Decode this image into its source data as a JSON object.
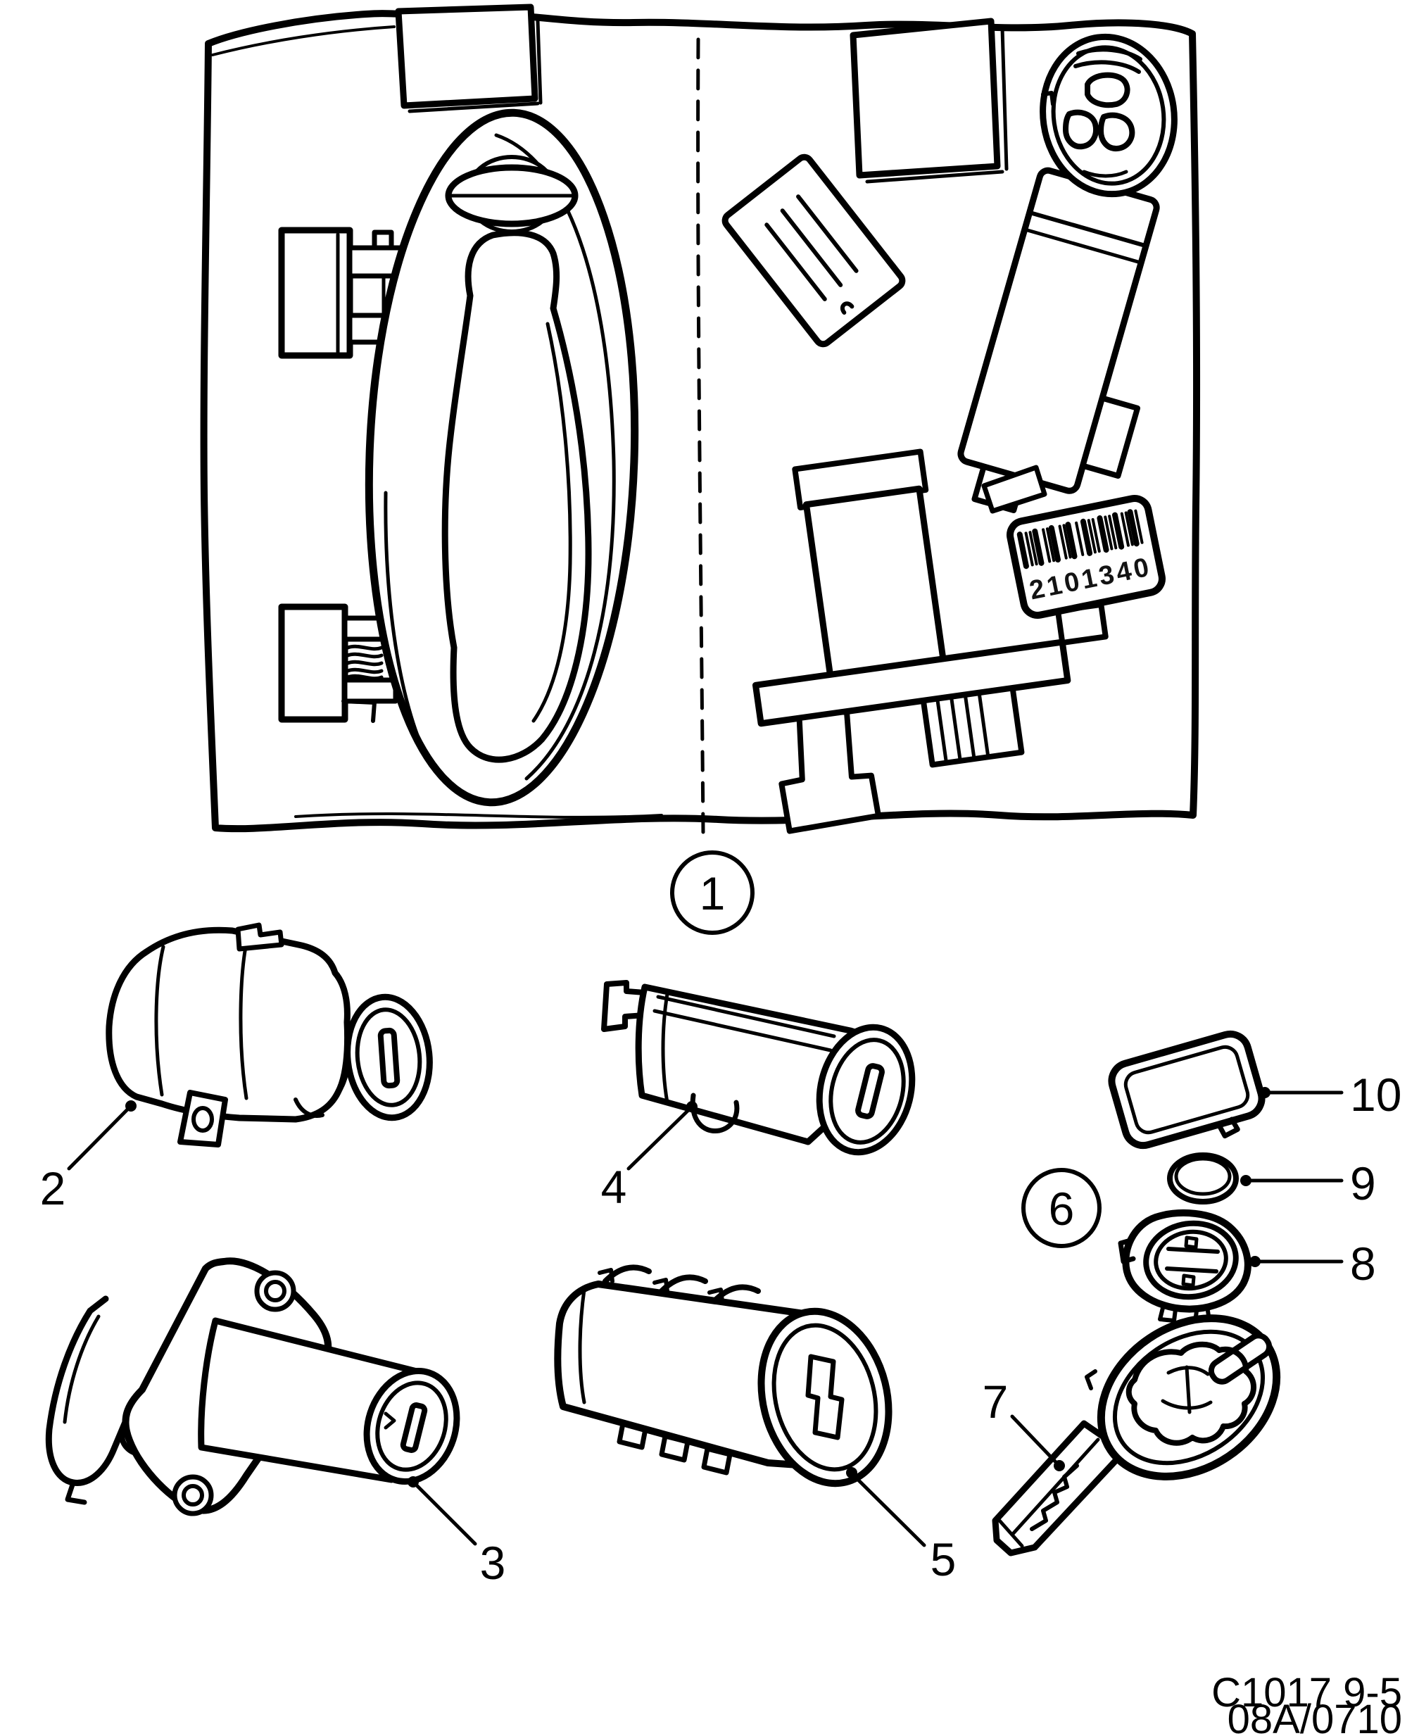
{
  "figure": {
    "type": "exploded-parts-line-diagram",
    "colors": {
      "ink": "#000000",
      "background": "#ffffff"
    },
    "callouts": [
      {
        "label": "1"
      },
      {
        "label": "2"
      },
      {
        "label": "3"
      },
      {
        "label": "4"
      },
      {
        "label": "5"
      },
      {
        "label": "6"
      },
      {
        "label": "7"
      },
      {
        "label": "8"
      },
      {
        "label": "9"
      },
      {
        "label": "10"
      }
    ],
    "barcode": {
      "text": "2101340"
    },
    "footer": {
      "code": "C1017 9-5",
      "revision": "08A/0710"
    }
  }
}
